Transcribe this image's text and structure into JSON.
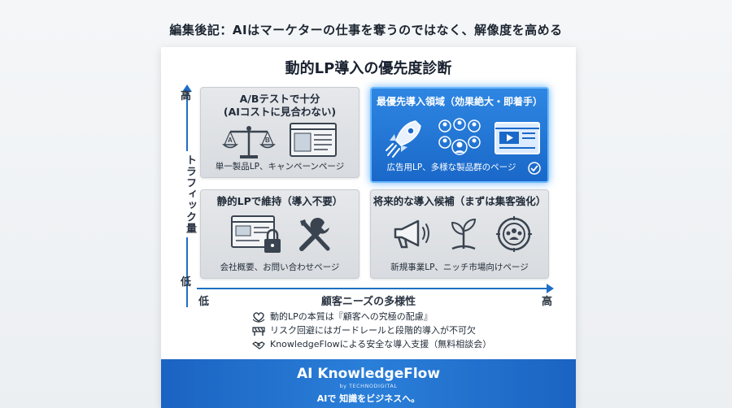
{
  "header": {
    "text": "編集後記：AIはマーケターの仕事を奪うのではなく、解像度を高める"
  },
  "card": {
    "title": "動的LP導入の優先度診断",
    "y_axis": {
      "label": "トラフィック量",
      "high": "高",
      "low": "低"
    },
    "x_axis": {
      "label": "顧客ニーズの多様性",
      "low": "低",
      "high": "高"
    },
    "quadrants": {
      "top_left": {
        "title_line1": "A/Bテストで十分",
        "title_line2": "(AIコストに見合わない)",
        "caption": "単一製品LP、キャンペーンページ"
      },
      "top_right": {
        "title": "最優先導入領域（効果絶大・即着手）",
        "caption": "広告用LP、多様な製品群のページ"
      },
      "bottom_left": {
        "title": "静的LPで維持（導入不要）",
        "caption": "会社概要、お問い合わせページ"
      },
      "bottom_right": {
        "title": "将来的な導入候補（まずは集客強化）",
        "caption": "新規事業LP、ニッチ市場向けページ"
      }
    },
    "bullets": [
      {
        "icon": "heart-hands-icon",
        "text": "動的LPの本質は『顧客への究極の配慮』"
      },
      {
        "icon": "barrier-icon",
        "text": "リスク回避にはガードレールと段階的導入が不可欠"
      },
      {
        "icon": "handshake-icon",
        "text": "KnowledgeFlowによる安全な導入支援（無料相談会）"
      }
    ],
    "footer": {
      "brand": "AI KnowledgeFlow",
      "brand_sub": "by TECHNODIGITAL",
      "tagline": "AIで 知識をビジネスへ。"
    }
  },
  "colors": {
    "accent": "#1e6fc4",
    "highlight": "#2e86e2",
    "quad_gray": "#dfe1e4"
  }
}
